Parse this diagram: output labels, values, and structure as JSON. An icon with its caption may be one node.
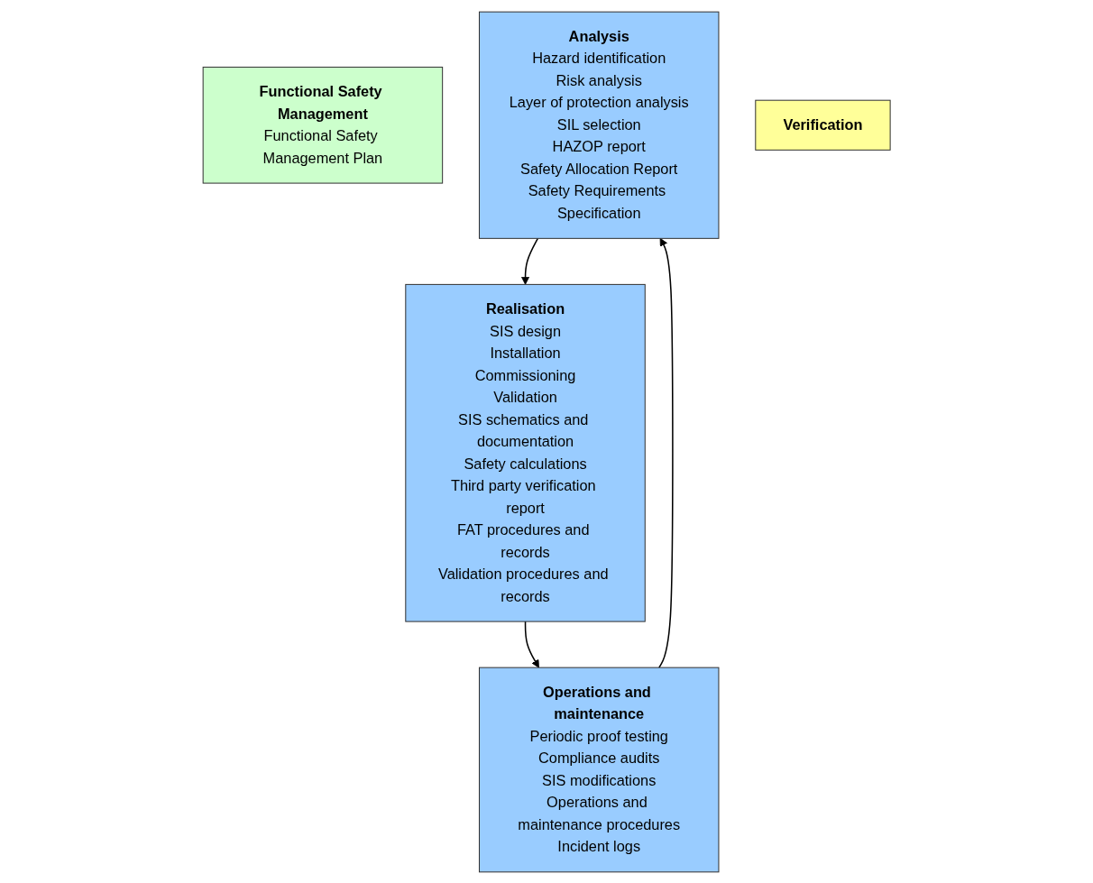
{
  "diagram": {
    "nodes": [
      {
        "text": [
          "Functional Safety Management",
          "Functional Safety Management Plan"
        ]
      },
      {
        "text": [
          "Analysis",
          "Hazard identification",
          "Risk analysis",
          "Layer of protection analysis",
          "SIL selection",
          "HAZOP report",
          "Safety Allocation Report",
          "Safety Requirements Specification"
        ]
      },
      {
        "text": [
          "Realisation",
          "SIS design",
          "Installation",
          "Commissioning",
          "Validation",
          "SIS schematics and documentation",
          "Safety calculations",
          "Third party verification report",
          "FAT procedures and records",
          "Validation procedures and records"
        ]
      },
      {
        "text": [
          "Operations and maintenance",
          "Periodic proof testing",
          "Compliance audits",
          "SIS modifications",
          "Operations and maintenance procedures",
          "Incident logs"
        ]
      },
      {
        "text": [
          "Verification"
        ]
      }
    ],
    "edges": [
      {
        "from": 1,
        "to": 2,
        "arrow": "to"
      },
      {
        "from": 2,
        "to": 3,
        "arrow": "to"
      },
      {
        "from": 3,
        "to": 1,
        "arrow": "to"
      }
    ]
  }
}
